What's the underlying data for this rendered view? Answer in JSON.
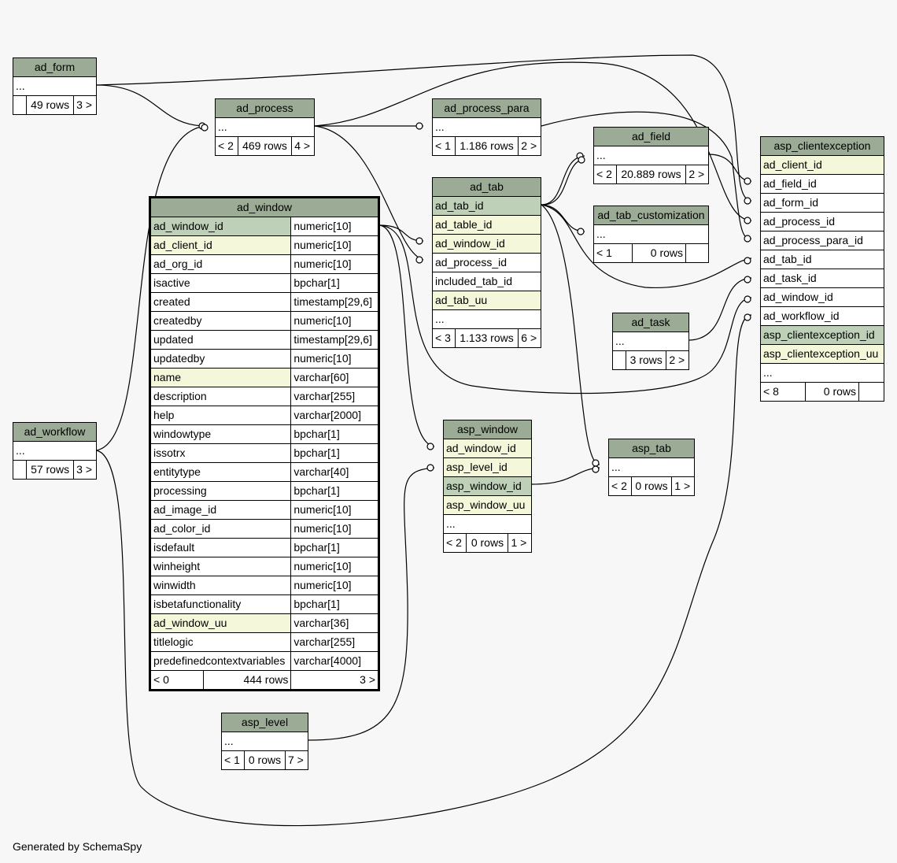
{
  "tables": {
    "ad_form": {
      "name": "ad_form",
      "cols": [
        "..."
      ],
      "foot": [
        "",
        "49 rows",
        "3 >"
      ]
    },
    "ad_process": {
      "name": "ad_process",
      "cols": [
        "..."
      ],
      "foot": [
        "< 2",
        "469 rows",
        "4 >"
      ]
    },
    "ad_process_para": {
      "name": "ad_process_para",
      "cols": [
        "..."
      ],
      "foot": [
        "< 1",
        "1.186 rows",
        "2 >"
      ]
    },
    "ad_field": {
      "name": "ad_field",
      "cols": [
        "..."
      ],
      "foot": [
        "< 2",
        "20.889 rows",
        "2 >"
      ]
    },
    "ad_tab": {
      "name": "ad_tab",
      "cols": [
        "ad_tab_id",
        "ad_table_id",
        "ad_window_id",
        "ad_process_id",
        "included_tab_id",
        "ad_tab_uu",
        "..."
      ],
      "foot": [
        "< 3",
        "1.133 rows",
        "6 >"
      ]
    },
    "ad_tab_customization": {
      "name": "ad_tab_customization",
      "cols": [
        "..."
      ],
      "foot": [
        "< 1",
        "0 rows",
        ""
      ]
    },
    "ad_task": {
      "name": "ad_task",
      "cols": [
        "..."
      ],
      "foot": [
        "",
        "3 rows",
        "2 >"
      ]
    },
    "asp_clientexception": {
      "name": "asp_clientexception",
      "cols": [
        "ad_client_id",
        "ad_field_id",
        "ad_form_id",
        "ad_process_id",
        "ad_process_para_id",
        "ad_tab_id",
        "ad_task_id",
        "ad_window_id",
        "ad_workflow_id",
        "asp_clientexception_id",
        "asp_clientexception_uu",
        "..."
      ],
      "foot": [
        "< 8",
        "0 rows",
        ""
      ]
    },
    "ad_workflow": {
      "name": "ad_workflow",
      "cols": [
        "..."
      ],
      "foot": [
        "",
        "57 rows",
        "3 >"
      ]
    },
    "asp_window": {
      "name": "asp_window",
      "cols": [
        "ad_window_id",
        "asp_level_id",
        "asp_window_id",
        "asp_window_uu",
        "..."
      ],
      "foot": [
        "< 2",
        "0 rows",
        "1 >"
      ]
    },
    "asp_tab": {
      "name": "asp_tab",
      "cols": [
        "..."
      ],
      "foot": [
        "< 2",
        "0 rows",
        "1 >"
      ]
    },
    "asp_level": {
      "name": "asp_level",
      "cols": [
        "..."
      ],
      "foot": [
        "< 1",
        "0 rows",
        "7 >"
      ]
    },
    "ad_window": {
      "name": "ad_window",
      "cols": [
        [
          "ad_window_id",
          "numeric[10]"
        ],
        [
          "ad_client_id",
          "numeric[10]"
        ],
        [
          "ad_org_id",
          "numeric[10]"
        ],
        [
          "isactive",
          "bpchar[1]"
        ],
        [
          "created",
          "timestamp[29,6]"
        ],
        [
          "createdby",
          "numeric[10]"
        ],
        [
          "updated",
          "timestamp[29,6]"
        ],
        [
          "updatedby",
          "numeric[10]"
        ],
        [
          "name",
          "varchar[60]"
        ],
        [
          "description",
          "varchar[255]"
        ],
        [
          "help",
          "varchar[2000]"
        ],
        [
          "windowtype",
          "bpchar[1]"
        ],
        [
          "issotrx",
          "bpchar[1]"
        ],
        [
          "entitytype",
          "varchar[40]"
        ],
        [
          "processing",
          "bpchar[1]"
        ],
        [
          "ad_image_id",
          "numeric[10]"
        ],
        [
          "ad_color_id",
          "numeric[10]"
        ],
        [
          "isdefault",
          "bpchar[1]"
        ],
        [
          "winheight",
          "numeric[10]"
        ],
        [
          "winwidth",
          "numeric[10]"
        ],
        [
          "isbetafunctionality",
          "bpchar[1]"
        ],
        [
          "ad_window_uu",
          "varchar[36]"
        ],
        [
          "titlelogic",
          "varchar[255]"
        ],
        [
          "predefinedcontextvariables",
          "varchar[4000]"
        ]
      ],
      "foot": [
        "< 0",
        "444 rows",
        "3 >"
      ]
    }
  },
  "footer": "Generated by SchemaSpy"
}
